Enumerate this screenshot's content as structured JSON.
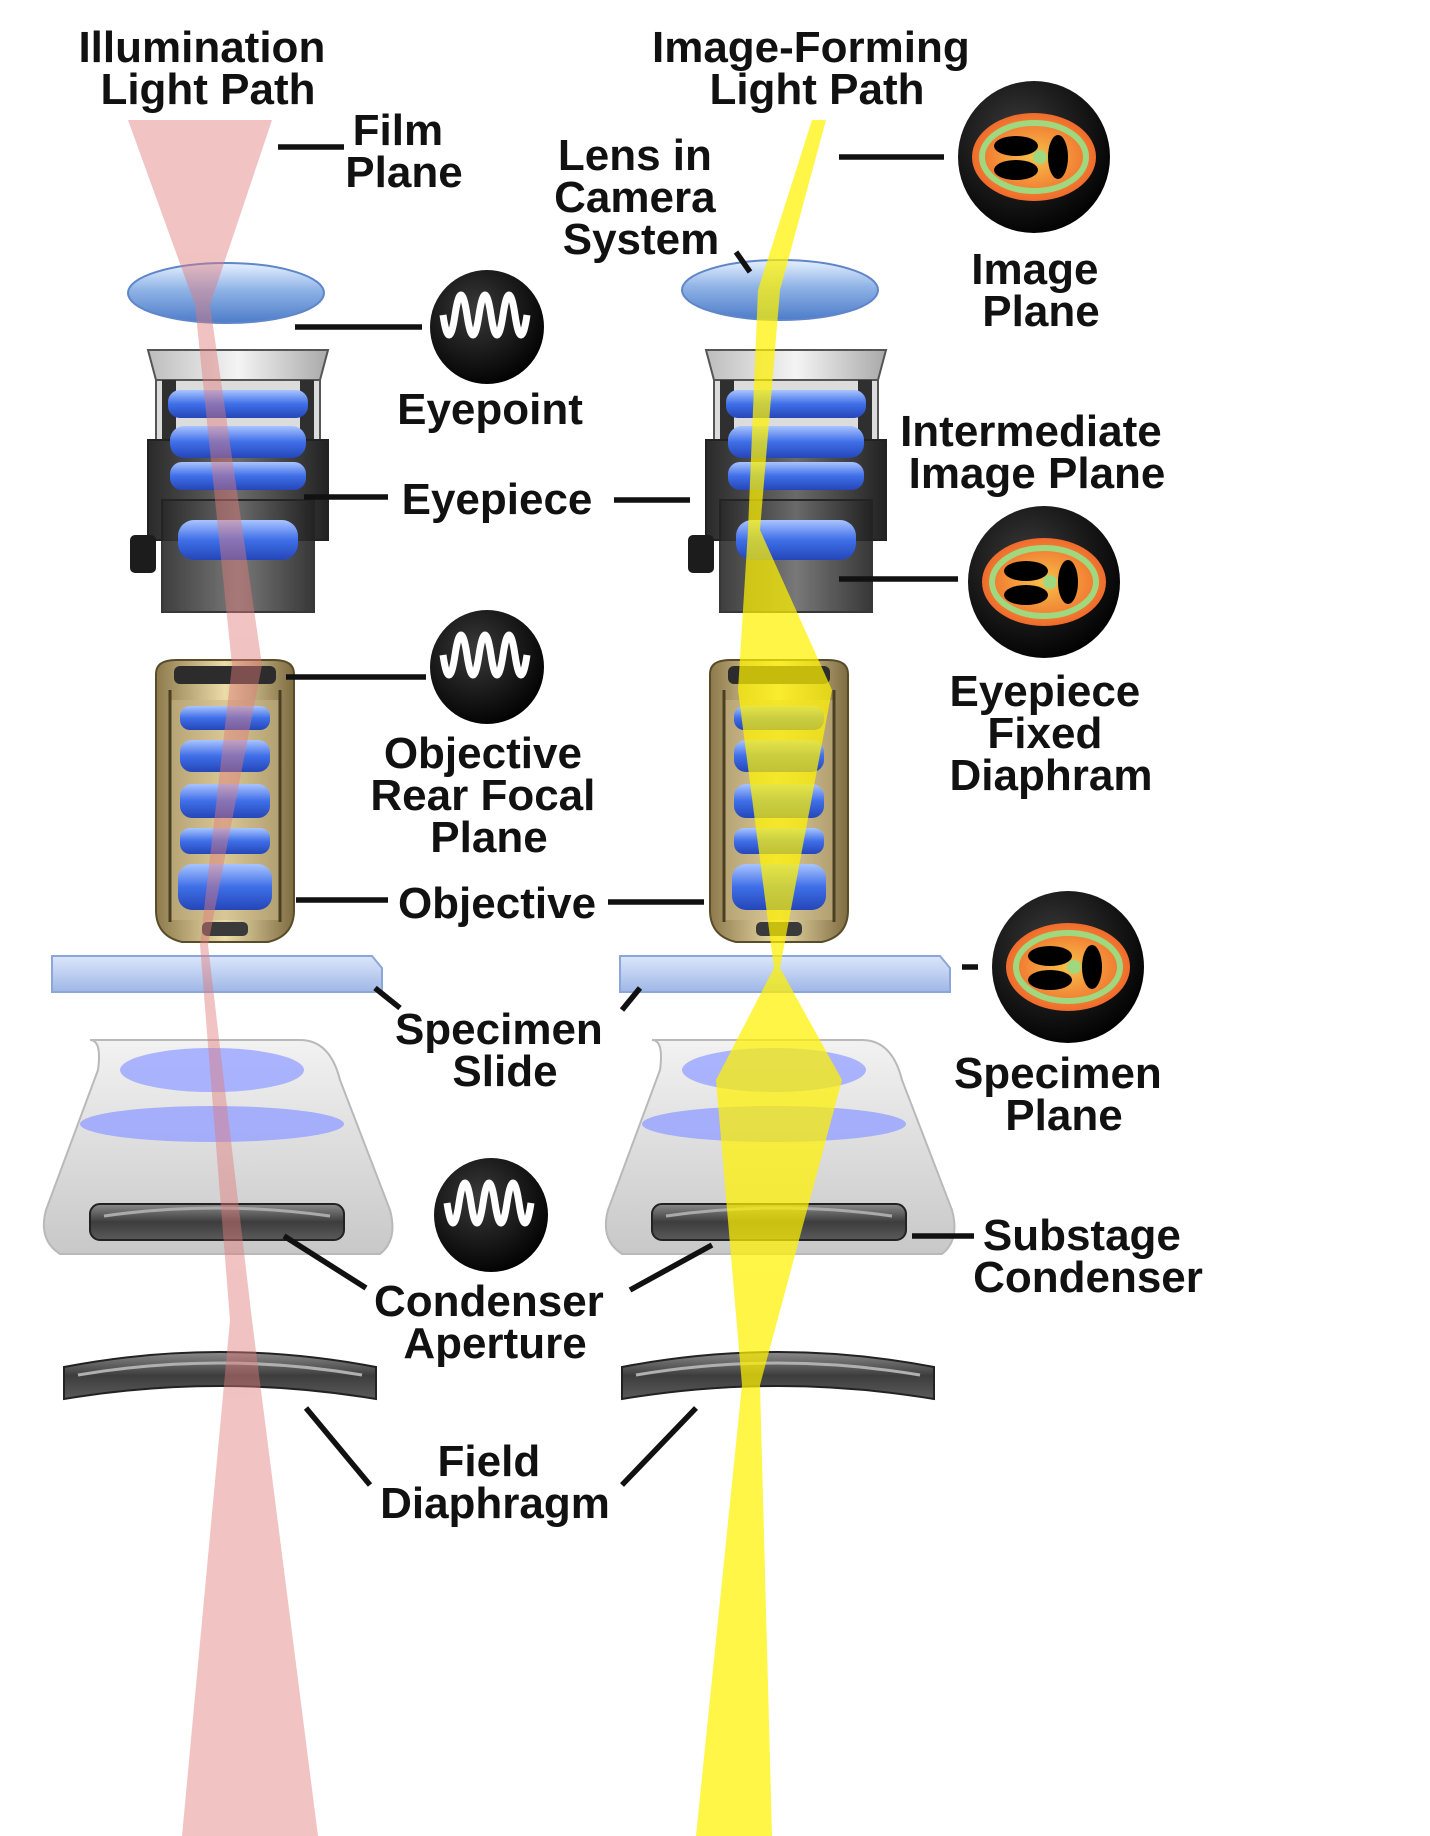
{
  "headings": {
    "left": [
      "Illumination",
      "Light Path"
    ],
    "right": [
      "Image-Forming",
      "Light Path"
    ]
  },
  "labels": {
    "film_plane": [
      "Film",
      "Plane"
    ],
    "lens_in_camera_system": [
      "Lens in",
      "Camera",
      "System"
    ],
    "image_plane": [
      "Image",
      "Plane"
    ],
    "eyepoint": [
      "Eyepoint"
    ],
    "intermediate_image_plane": [
      "Intermediate",
      "Image Plane"
    ],
    "eyepiece": [
      "Eyepiece"
    ],
    "eyepiece_fixed_diaphram": [
      "Eyepiece",
      "Fixed",
      "Diaphram"
    ],
    "objective_rear_focal_plane": [
      "Objective",
      "Rear Focal",
      "Plane"
    ],
    "objective": [
      "Objective"
    ],
    "specimen_slide": [
      "Specimen",
      "Slide"
    ],
    "specimen_plane": [
      "Specimen",
      "Plane"
    ],
    "substage_condenser": [
      "Substage",
      "Condenser"
    ],
    "condenser_aperture": [
      "Condenser",
      "Aperture"
    ],
    "field_diaphragm": [
      "Field",
      "Diaphragm"
    ]
  },
  "colors": {
    "illumination_beam": "#e8a0a0",
    "image_beam": "#fff200",
    "lens_glass": "#8fb3e6",
    "objective_barrel": "#d9c48a",
    "specimen_fill": "#f07f2a",
    "specimen_ring": "#9fd87f",
    "slide": "#b8ccee",
    "line": "#111111"
  },
  "icons": {
    "eyepoint_marker": "wave-disc-icon",
    "rear_focal_marker": "wave-disc-icon",
    "condenser_marker": "wave-disc-icon",
    "image_plane_marker": "specimen-disc-icon",
    "intermediate_marker": "specimen-disc-icon",
    "specimen_marker": "specimen-disc-icon"
  }
}
